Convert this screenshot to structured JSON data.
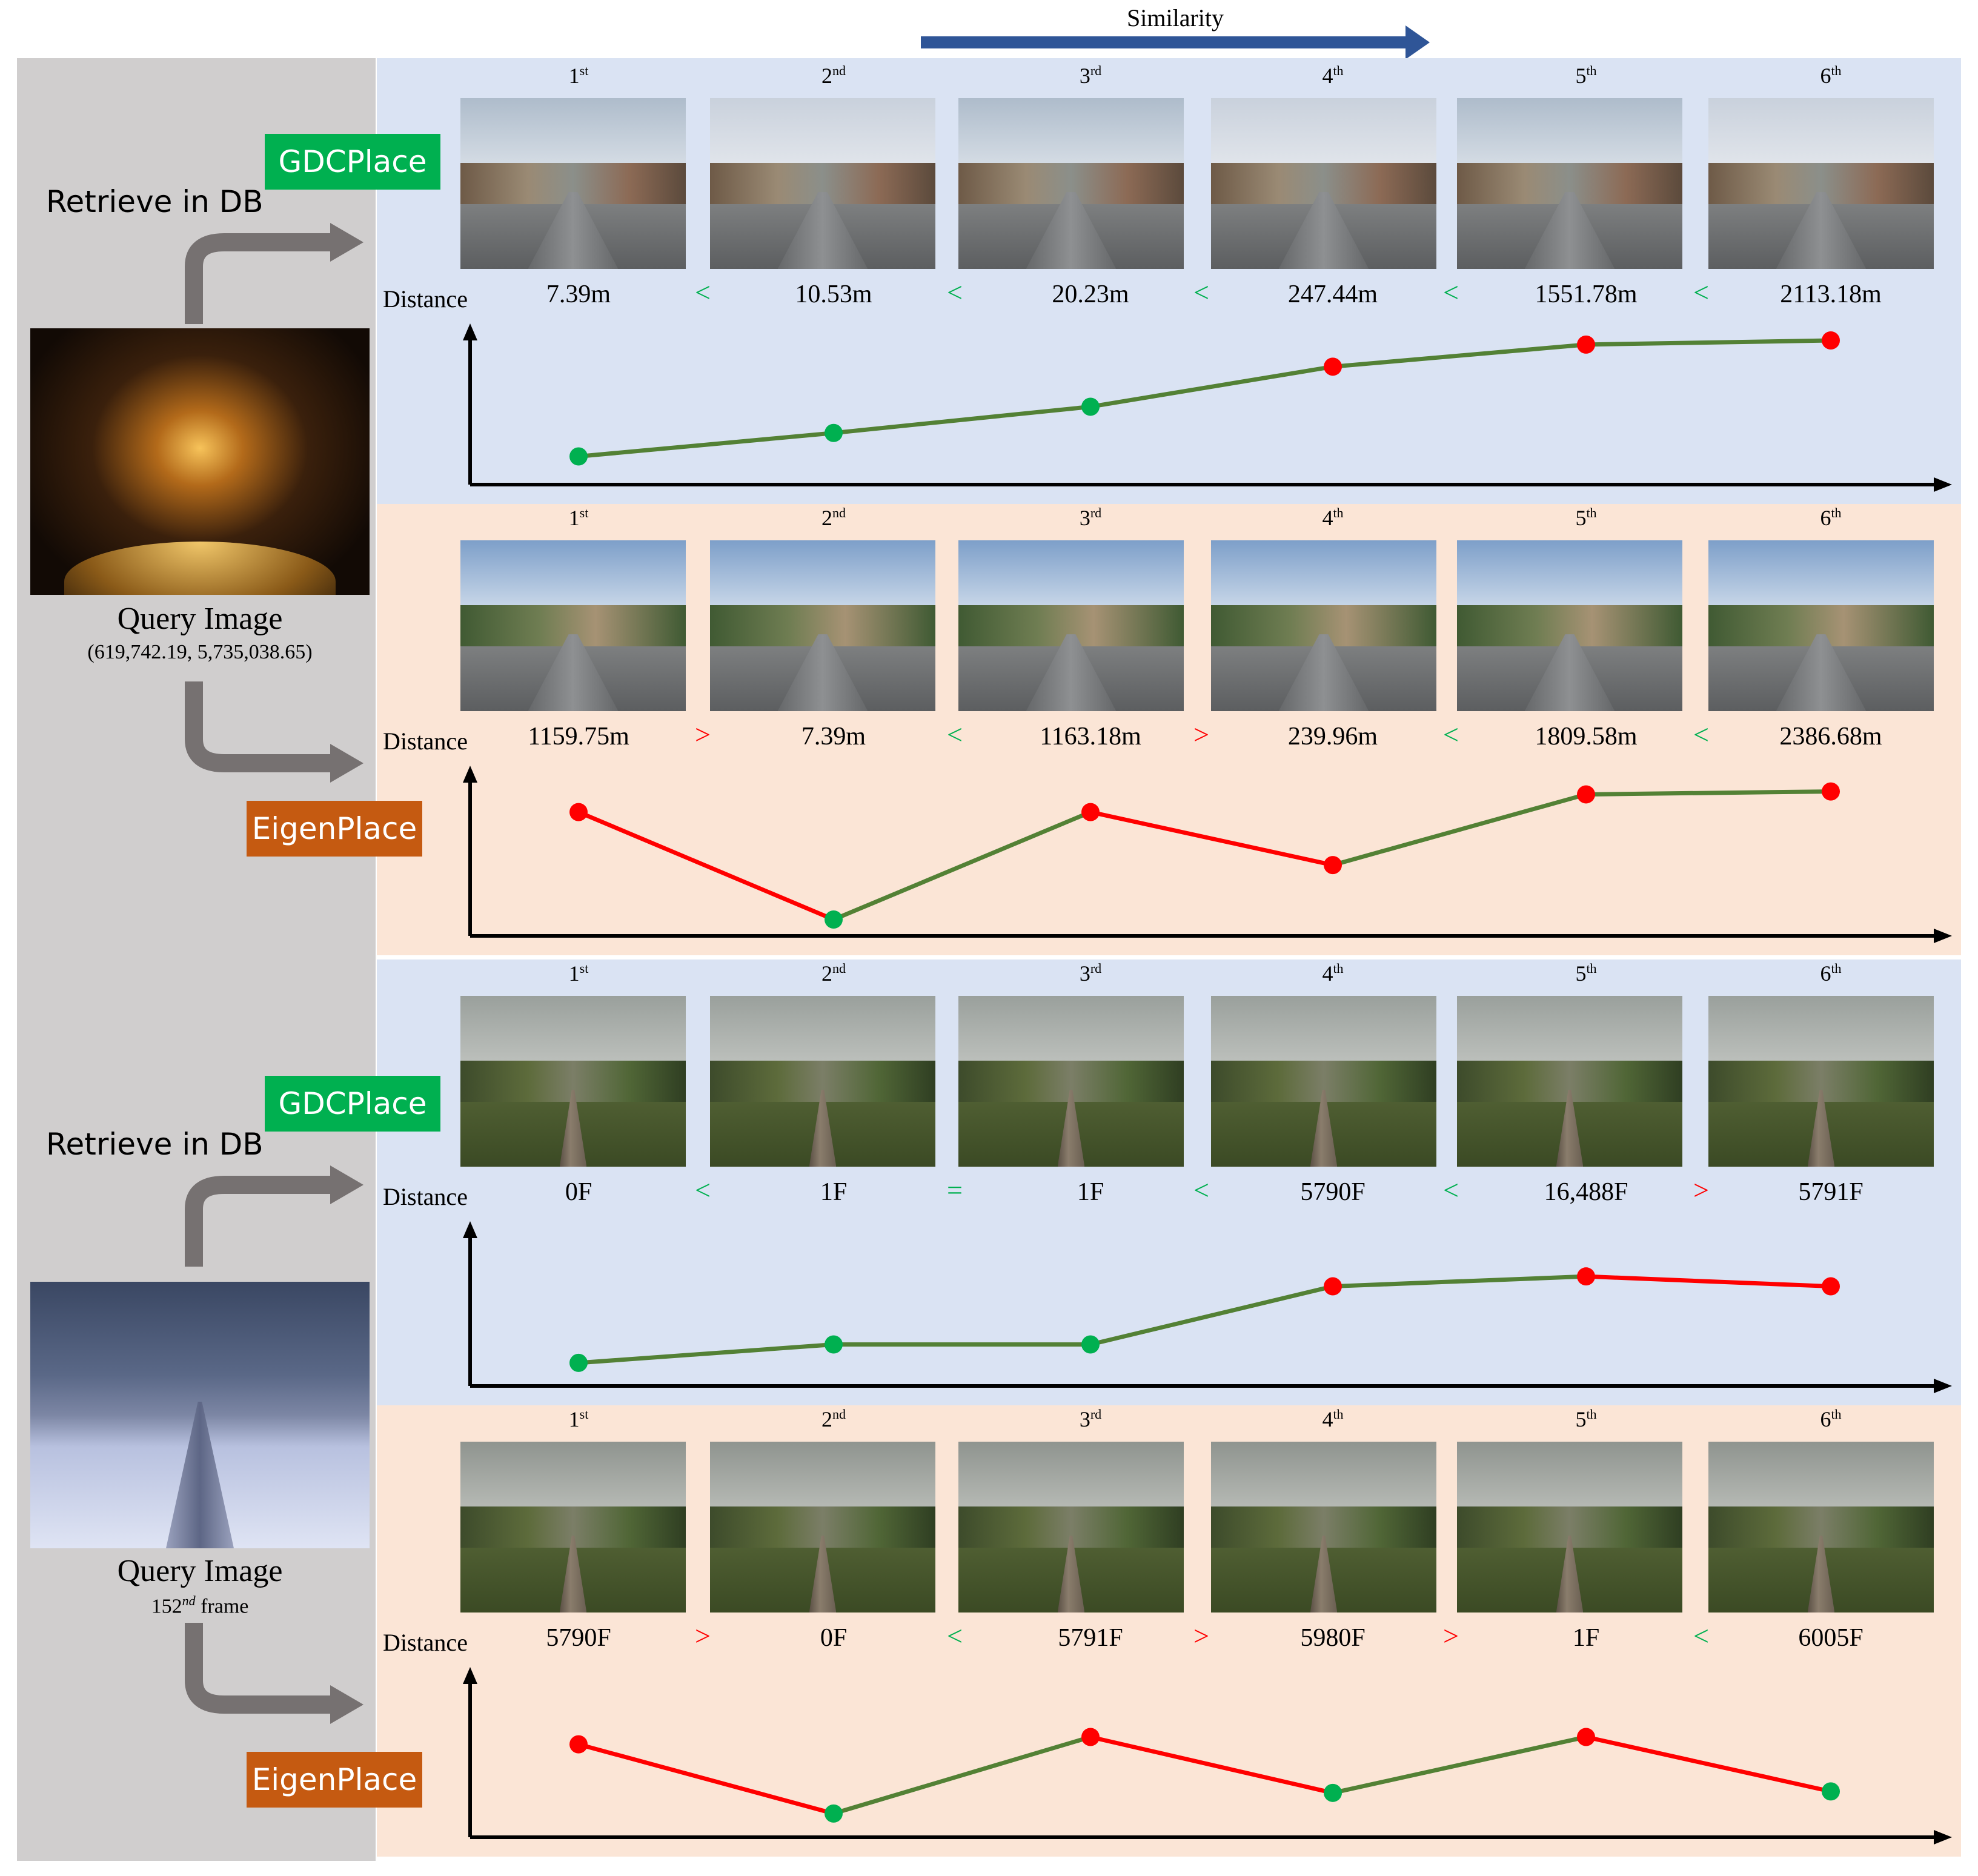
{
  "header": {
    "similarity_label": "Similarity"
  },
  "colors": {
    "green_text": "#00b050",
    "red_text": "#ff0000",
    "line_green": "#538135",
    "line_red": "#ff0000",
    "dot_green": "#00b050",
    "dot_red": "#ff0000",
    "gdc_tag": "#00b050",
    "eigen_tag": "#c55a11",
    "arrow_blue": "#2f5597"
  },
  "common": {
    "distance_label": "Distance",
    "retrieve_label": "Retrieve in DB",
    "gdc_label": "GDCPlace",
    "eigen_label": "EigenPlace"
  },
  "blocks": [
    {
      "query": {
        "title": "Query Image",
        "subtitle_html": "(619,742.19, 5,735,038.65)",
        "kind": "night"
      },
      "panels": [
        {
          "method": "GDCPlace",
          "ranks": [
            {
              "n": "1",
              "s": "st"
            },
            {
              "n": "2",
              "s": "nd"
            },
            {
              "n": "3",
              "s": "rd"
            },
            {
              "n": "4",
              "s": "th"
            },
            {
              "n": "5",
              "s": "th"
            },
            {
              "n": "6",
              "s": "th"
            }
          ],
          "values": [
            "7.39m",
            "10.53m",
            "20.23m",
            "247.44m",
            "1551.78m",
            "2113.18m"
          ],
          "comparators": [
            {
              "sym": "<",
              "color": "green"
            },
            {
              "sym": "<",
              "color": "green"
            },
            {
              "sym": "<",
              "color": "green"
            },
            {
              "sym": "<",
              "color": "green"
            },
            {
              "sym": "<",
              "color": "green"
            }
          ],
          "line_levels": [
            0.16,
            0.33,
            0.52,
            0.81,
            0.97,
            1.0
          ],
          "dot_colors": [
            "green",
            "green",
            "green",
            "red",
            "red",
            "red"
          ],
          "seg_colors": [
            "green",
            "green",
            "green",
            "green",
            "green"
          ],
          "thumb_kind": "street"
        },
        {
          "method": "EigenPlace",
          "ranks": [
            {
              "n": "1",
              "s": "st"
            },
            {
              "n": "2",
              "s": "nd"
            },
            {
              "n": "3",
              "s": "rd"
            },
            {
              "n": "4",
              "s": "th"
            },
            {
              "n": "5",
              "s": "th"
            },
            {
              "n": "6",
              "s": "th"
            }
          ],
          "values": [
            "1159.75m",
            "7.39m",
            "1163.18m",
            "239.96m",
            "1809.58m",
            "2386.68m"
          ],
          "comparators": [
            {
              "sym": ">",
              "color": "red"
            },
            {
              "sym": "<",
              "color": "green"
            },
            {
              "sym": ">",
              "color": "red"
            },
            {
              "sym": "<",
              "color": "green"
            },
            {
              "sym": "<",
              "color": "green"
            }
          ],
          "line_levels": [
            0.8,
            0.07,
            0.8,
            0.44,
            0.92,
            0.94
          ],
          "dot_colors": [
            "red",
            "green",
            "red",
            "red",
            "red",
            "red"
          ],
          "seg_colors": [
            "red",
            "green",
            "red",
            "green",
            "green"
          ],
          "thumb_kind": "street2"
        }
      ]
    },
    {
      "query": {
        "title": "Query Image",
        "subtitle_num": "152",
        "subtitle_sup": "nd",
        "subtitle_rest": " frame",
        "kind": "snow"
      },
      "panels": [
        {
          "method": "GDCPlace",
          "ranks": [
            {
              "n": "1",
              "s": "st"
            },
            {
              "n": "2",
              "s": "nd"
            },
            {
              "n": "3",
              "s": "rd"
            },
            {
              "n": "4",
              "s": "th"
            },
            {
              "n": "5",
              "s": "th"
            },
            {
              "n": "6",
              "s": "th"
            }
          ],
          "values": [
            "0F",
            "1F",
            "1F",
            "5790F",
            "16,488F",
            "5791F"
          ],
          "comparators": [
            {
              "sym": "<",
              "color": "green"
            },
            {
              "sym": "=",
              "color": "green"
            },
            {
              "sym": "<",
              "color": "green"
            },
            {
              "sym": "<",
              "color": "green"
            },
            {
              "sym": ">",
              "color": "red"
            }
          ],
          "line_levels": [
            0.12,
            0.25,
            0.25,
            0.66,
            0.73,
            0.66
          ],
          "dot_colors": [
            "green",
            "green",
            "green",
            "red",
            "red",
            "red"
          ],
          "seg_colors": [
            "green",
            "green",
            "green",
            "green",
            "red"
          ],
          "thumb_kind": "rail"
        },
        {
          "method": "EigenPlace",
          "ranks": [
            {
              "n": "1",
              "s": "st"
            },
            {
              "n": "2",
              "s": "nd"
            },
            {
              "n": "3",
              "s": "rd"
            },
            {
              "n": "4",
              "s": "th"
            },
            {
              "n": "5",
              "s": "th"
            },
            {
              "n": "6",
              "s": "th"
            }
          ],
          "values": [
            "5790F",
            "0F",
            "5791F",
            "5980F",
            "1F",
            "6005F"
          ],
          "comparators": [
            {
              "sym": ">",
              "color": "red"
            },
            {
              "sym": "<",
              "color": "green"
            },
            {
              "sym": ">",
              "color": "red"
            },
            {
              "sym": ">",
              "color": "red"
            },
            {
              "sym": "<",
              "color": "green"
            }
          ],
          "line_levels": [
            0.59,
            0.12,
            0.64,
            0.26,
            0.64,
            0.27
          ],
          "dot_colors": [
            "red",
            "green",
            "red",
            "green",
            "red",
            "green"
          ],
          "seg_colors": [
            "red",
            "green",
            "red",
            "green",
            "red"
          ],
          "thumb_kind": "rail2"
        }
      ]
    }
  ]
}
